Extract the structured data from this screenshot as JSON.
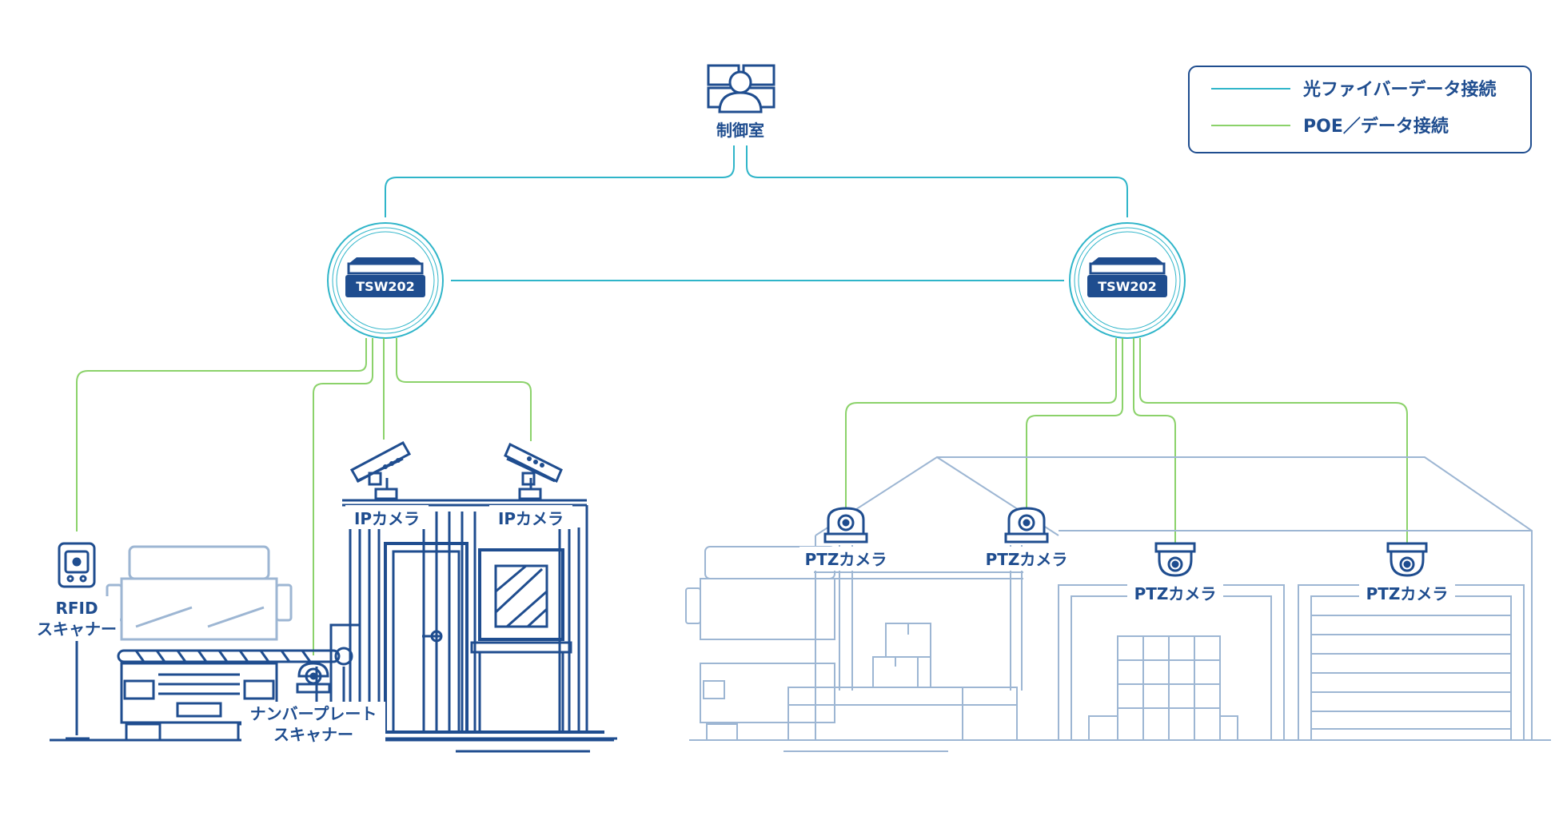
{
  "colors": {
    "dark_blue": "#1f4d8f",
    "light_blue": "#9db6d3",
    "fiber_line": "#2fb5c9",
    "poe_line": "#8bd26a"
  },
  "legend": {
    "fiber_label": "光ファイバーデータ接続",
    "poe_label": "POE／データ接続"
  },
  "control_room": {
    "label": "制御室",
    "icon": "operator-icon"
  },
  "switches": {
    "left": {
      "model": "TSW202"
    },
    "right": {
      "model": "TSW202"
    }
  },
  "gate": {
    "rfid_line1": "RFID",
    "rfid_line2": "スキャナー",
    "plate_line1": "ナンバープレート",
    "plate_line2": "スキャナー",
    "ip_cam_1": "IPカメラ",
    "ip_cam_2": "IPカメラ"
  },
  "warehouse": {
    "ptz_1": "PTZカメラ",
    "ptz_2": "PTZカメラ",
    "ptz_3": "PTZカメラ",
    "ptz_4": "PTZカメラ"
  }
}
